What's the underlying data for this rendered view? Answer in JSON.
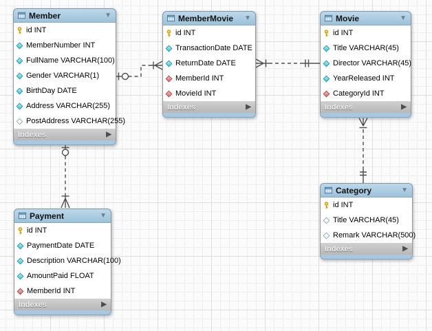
{
  "diagram": {
    "icons": {
      "collapse_arrow": "▼",
      "expand_arrow": "▶"
    },
    "colors": {
      "table_header_blue": "#a7c8e0",
      "table_bottom_band_blue": "#a6c9e1",
      "indexes_bar_gray": "#c4c4c4",
      "table_body": "#ffffff",
      "connector_line": "#4f4f4f",
      "primary_key_icon": "#f0b400",
      "column_icon_cyan": "#35ccdd",
      "foreign_key_icon_red": "#dd6868",
      "grid_minor": "#efefef",
      "grid_major": "#dddddd"
    },
    "tables": [
      {
        "name": "Member",
        "indexes_label": "Indexes",
        "columns": [
          {
            "icon": "primary-key",
            "text": "id INT"
          },
          {
            "icon": "column",
            "text": "MemberNumber INT"
          },
          {
            "icon": "column",
            "text": "FullName VARCHAR(100)"
          },
          {
            "icon": "column",
            "text": "Gender VARCHAR(1)"
          },
          {
            "icon": "column",
            "text": "BirthDay DATE"
          },
          {
            "icon": "column",
            "text": "Address VARCHAR(255)"
          },
          {
            "icon": "column-nullable",
            "text": "PostAddress VARCHAR(255)"
          }
        ]
      },
      {
        "name": "MemberMovie",
        "indexes_label": "Indexes",
        "columns": [
          {
            "icon": "primary-key",
            "text": "id INT"
          },
          {
            "icon": "column",
            "text": "TransactionDate DATE"
          },
          {
            "icon": "column",
            "text": "ReturnDate DATE"
          },
          {
            "icon": "foreign-key",
            "text": "MemberId INT"
          },
          {
            "icon": "foreign-key",
            "text": "MovieId INT"
          }
        ]
      },
      {
        "name": "Movie",
        "indexes_label": "Indexes",
        "columns": [
          {
            "icon": "primary-key",
            "text": "id INT"
          },
          {
            "icon": "column",
            "text": "Title VARCHAR(45)"
          },
          {
            "icon": "column",
            "text": "Director VARCHAR(45)"
          },
          {
            "icon": "column",
            "text": "YearReleased INT"
          },
          {
            "icon": "foreign-key",
            "text": "CategoryId INT"
          }
        ]
      },
      {
        "name": "Category",
        "indexes_label": "Indexes",
        "columns": [
          {
            "icon": "primary-key",
            "text": "id INT"
          },
          {
            "icon": "column-nullable",
            "text": "Title VARCHAR(45)"
          },
          {
            "icon": "column-nullable",
            "text": "Remark VARCHAR(500)"
          }
        ]
      },
      {
        "name": "Payment",
        "indexes_label": "Indexes",
        "columns": [
          {
            "icon": "primary-key",
            "text": "id INT"
          },
          {
            "icon": "column",
            "text": "PaymentDate DATE"
          },
          {
            "icon": "column",
            "text": "Description VARCHAR(100)"
          },
          {
            "icon": "column",
            "text": "AmountPaid FLOAT"
          },
          {
            "icon": "foreign-key",
            "text": "MemberId INT"
          }
        ]
      }
    ],
    "relationships": [
      {
        "from_table": "Member",
        "from_notation": "one-optional",
        "to_table": "MemberMovie",
        "to_notation": "many-mandatory",
        "line_style": "dashed",
        "type": "non-identifying"
      },
      {
        "from_table": "Movie",
        "from_notation": "one-exactly",
        "to_table": "MemberMovie",
        "to_notation": "many-mandatory",
        "line_style": "dashed",
        "type": "non-identifying"
      },
      {
        "from_table": "Category",
        "from_notation": "one-exactly",
        "to_table": "Movie",
        "to_notation": "many-mandatory",
        "line_style": "dashed",
        "type": "non-identifying"
      },
      {
        "from_table": "Member",
        "from_notation": "one-optional",
        "to_table": "Payment",
        "to_notation": "many-mandatory",
        "line_style": "dashed",
        "type": "non-identifying"
      }
    ]
  }
}
